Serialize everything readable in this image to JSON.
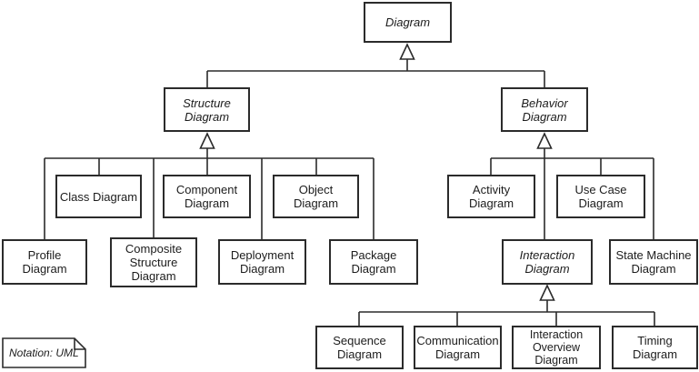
{
  "diagram": {
    "nodes": [
      {
        "id": "diagram",
        "label": "Diagram",
        "abstract": true
      },
      {
        "id": "structure-diagram",
        "label": "Structure Diagram",
        "abstract": true
      },
      {
        "id": "behavior-diagram",
        "label": "Behavior Diagram",
        "abstract": true
      },
      {
        "id": "class-diagram",
        "label": "Class Diagram",
        "abstract": false
      },
      {
        "id": "component-diagram",
        "label": "Component Diagram",
        "abstract": false
      },
      {
        "id": "object-diagram",
        "label": "Object Diagram",
        "abstract": false
      },
      {
        "id": "activity-diagram",
        "label": "Activity Diagram",
        "abstract": false
      },
      {
        "id": "use-case-diagram",
        "label": "Use Case Diagram",
        "abstract": false
      },
      {
        "id": "profile-diagram",
        "label": "Profile Diagram",
        "abstract": false
      },
      {
        "id": "composite-structure-diagram",
        "label": "Composite Structure Diagram",
        "abstract": false
      },
      {
        "id": "deployment-diagram",
        "label": "Deployment Diagram",
        "abstract": false
      },
      {
        "id": "package-diagram",
        "label": "Package Diagram",
        "abstract": false
      },
      {
        "id": "interaction-diagram",
        "label": "Interaction Diagram",
        "abstract": true
      },
      {
        "id": "state-machine-diagram",
        "label": "State Machine Diagram",
        "abstract": false
      },
      {
        "id": "sequence-diagram",
        "label": "Sequence Diagram",
        "abstract": false
      },
      {
        "id": "communication-diagram",
        "label": "Communication Diagram",
        "abstract": false
      },
      {
        "id": "interaction-overview-diagram",
        "label": "Interaction Overview Diagram",
        "abstract": false
      },
      {
        "id": "timing-diagram",
        "label": "Timing Diagram",
        "abstract": false
      }
    ],
    "edges": [
      {
        "from": "structure-diagram",
        "to": "diagram",
        "type": "generalization"
      },
      {
        "from": "behavior-diagram",
        "to": "diagram",
        "type": "generalization"
      },
      {
        "from": "profile-diagram",
        "to": "structure-diagram",
        "type": "generalization"
      },
      {
        "from": "class-diagram",
        "to": "structure-diagram",
        "type": "generalization"
      },
      {
        "from": "composite-structure-diagram",
        "to": "structure-diagram",
        "type": "generalization"
      },
      {
        "from": "component-diagram",
        "to": "structure-diagram",
        "type": "generalization"
      },
      {
        "from": "deployment-diagram",
        "to": "structure-diagram",
        "type": "generalization"
      },
      {
        "from": "object-diagram",
        "to": "structure-diagram",
        "type": "generalization"
      },
      {
        "from": "package-diagram",
        "to": "structure-diagram",
        "type": "generalization"
      },
      {
        "from": "activity-diagram",
        "to": "behavior-diagram",
        "type": "generalization"
      },
      {
        "from": "use-case-diagram",
        "to": "behavior-diagram",
        "type": "generalization"
      },
      {
        "from": "interaction-diagram",
        "to": "behavior-diagram",
        "type": "generalization"
      },
      {
        "from": "state-machine-diagram",
        "to": "behavior-diagram",
        "type": "generalization"
      },
      {
        "from": "sequence-diagram",
        "to": "interaction-diagram",
        "type": "generalization"
      },
      {
        "from": "communication-diagram",
        "to": "interaction-diagram",
        "type": "generalization"
      },
      {
        "from": "interaction-overview-diagram",
        "to": "interaction-diagram",
        "type": "generalization"
      },
      {
        "from": "timing-diagram",
        "to": "interaction-diagram",
        "type": "generalization"
      }
    ],
    "note": {
      "label": "Notation: UML"
    },
    "colors": {
      "line": "#2b2b2b",
      "fill": "#ffffff",
      "text": "#1c1c1c"
    }
  }
}
